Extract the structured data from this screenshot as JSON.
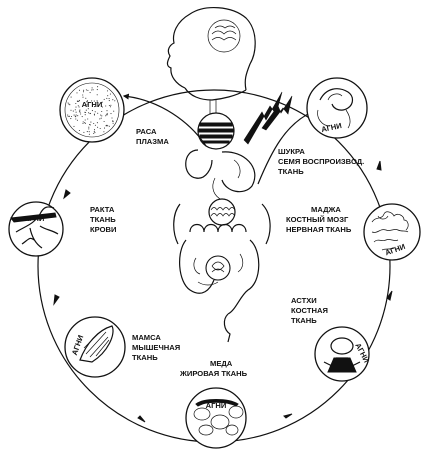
{
  "agni_label": "АГНИ",
  "stages": [
    {
      "id": "rasa",
      "lines": [
        "РАСА",
        "ПЛАЗМА"
      ]
    },
    {
      "id": "rakta",
      "lines": [
        "РАКТА",
        "ТКАНЬ",
        "КРОВИ"
      ]
    },
    {
      "id": "mamsa",
      "lines": [
        "МАМСА",
        "МЫШЕЧНАЯ",
        "ТКАНЬ"
      ]
    },
    {
      "id": "meda",
      "lines": [
        "МЕДА",
        "ЖИРОВАЯ ТКАНЬ"
      ]
    },
    {
      "id": "asthi",
      "lines": [
        "АСТХИ",
        "КОСТНАЯ",
        "ТКАНЬ"
      ]
    },
    {
      "id": "majja",
      "lines": [
        "МАДЖА",
        "КОСТНЫЙ МОЗГ",
        "НЕРВНАЯ ТКАНЬ"
      ]
    },
    {
      "id": "shukra",
      "lines": [
        "ШУКРА",
        "СЕМЯ ВОСПРОИЗВОД.",
        "ТКАНЬ"
      ]
    }
  ]
}
